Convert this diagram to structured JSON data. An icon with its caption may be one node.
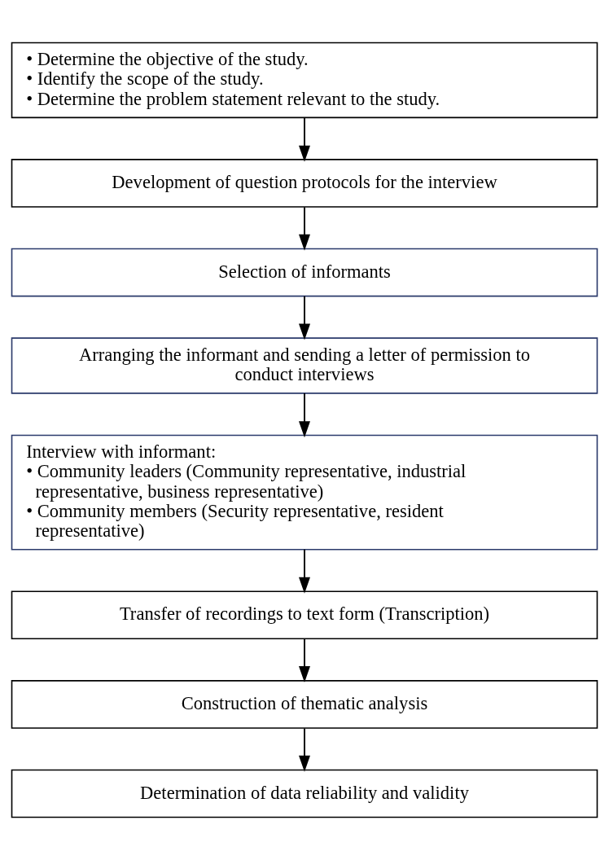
{
  "diagram": {
    "nodes": [
      {
        "text": [
          "• Determine the objective of the study.",
          "• Identify the scope of the study.",
          "• Determine the problem statement relevant to the study."
        ]
      },
      {
        "text": [
          "Development of question protocols for the interview"
        ]
      },
      {
        "text": [
          "Selection of informants"
        ]
      },
      {
        "text": [
          "Arranging the informant and sending a letter of permission to conduct interviews"
        ]
      },
      {
        "text": [
          "Interview with informant:",
          "• Community leaders (Community representative, industrial representative, business representative)",
          "• Community members (Security representative, resident representative)"
        ]
      },
      {
        "text": [
          "Transfer of recordings to text form (Transcription)"
        ]
      },
      {
        "text": [
          "Construction of thematic analysis"
        ]
      },
      {
        "text": [
          "Determination of data reliability and validity"
        ]
      }
    ],
    "edges": [
      {
        "from": 0,
        "to": 1,
        "arrow": "to"
      },
      {
        "from": 1,
        "to": 2,
        "arrow": "to"
      },
      {
        "from": 2,
        "to": 3,
        "arrow": "to"
      },
      {
        "from": 3,
        "to": 4,
        "arrow": "to"
      },
      {
        "from": 4,
        "to": 5,
        "arrow": "to"
      },
      {
        "from": 5,
        "to": 6,
        "arrow": "to"
      },
      {
        "from": 6,
        "to": 7,
        "arrow": "to"
      }
    ]
  }
}
